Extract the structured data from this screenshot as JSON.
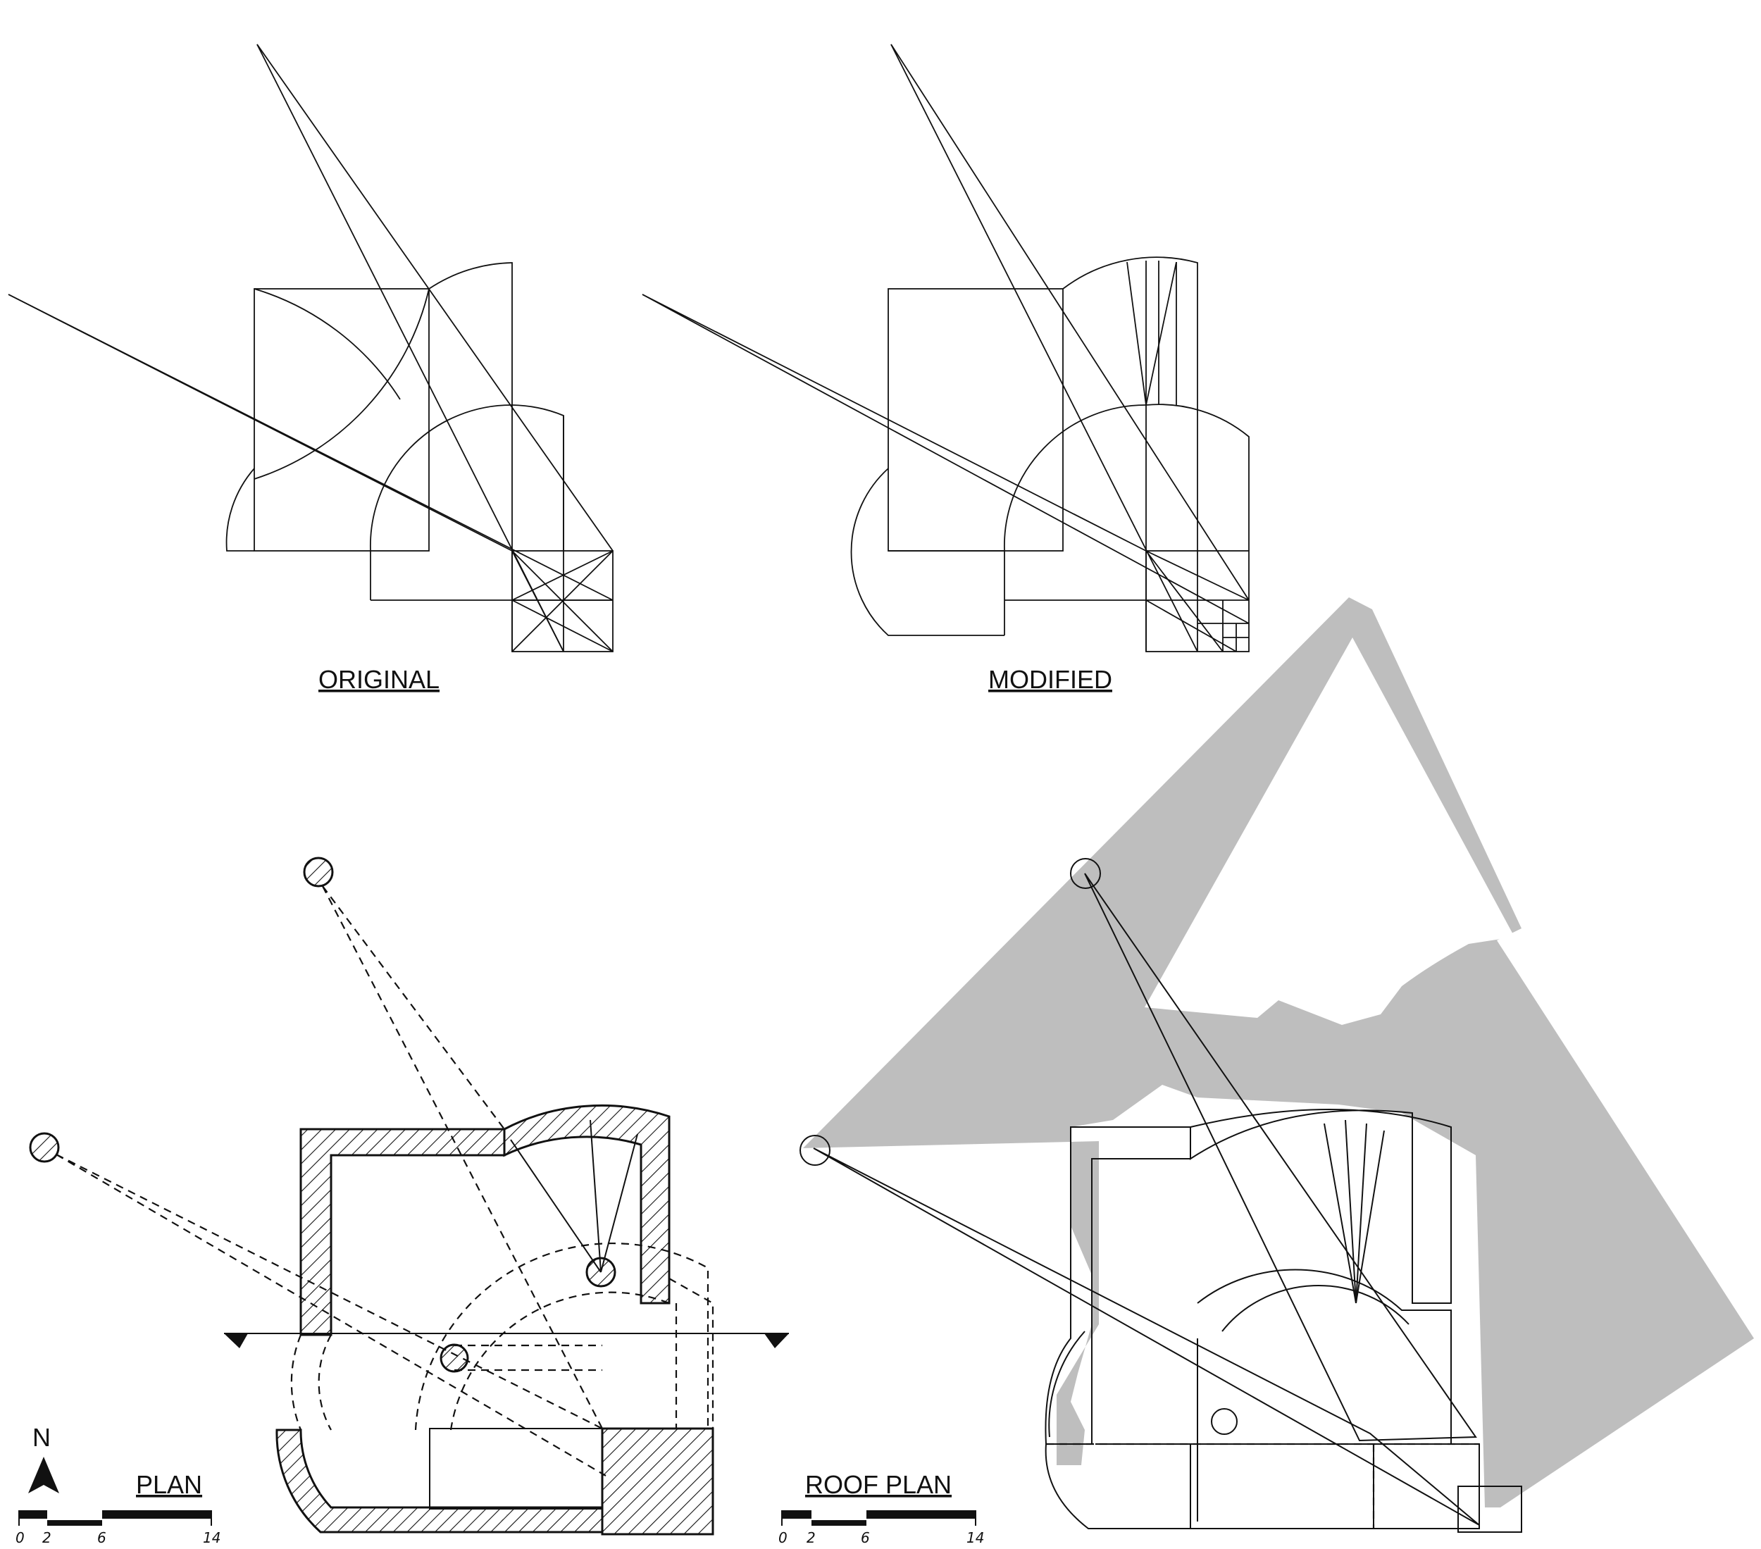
{
  "labels": {
    "original": "ORIGINAL",
    "modified": "MODIFIED",
    "plan": "PLAN",
    "roof_plan": "ROOF PLAN",
    "north": "N"
  },
  "scale_bar": {
    "ticks": [
      "0",
      "2",
      "6",
      "14"
    ]
  },
  "colors": {
    "line": "#111111",
    "shadow": "#b3b3b3",
    "paper": "#ffffff"
  }
}
